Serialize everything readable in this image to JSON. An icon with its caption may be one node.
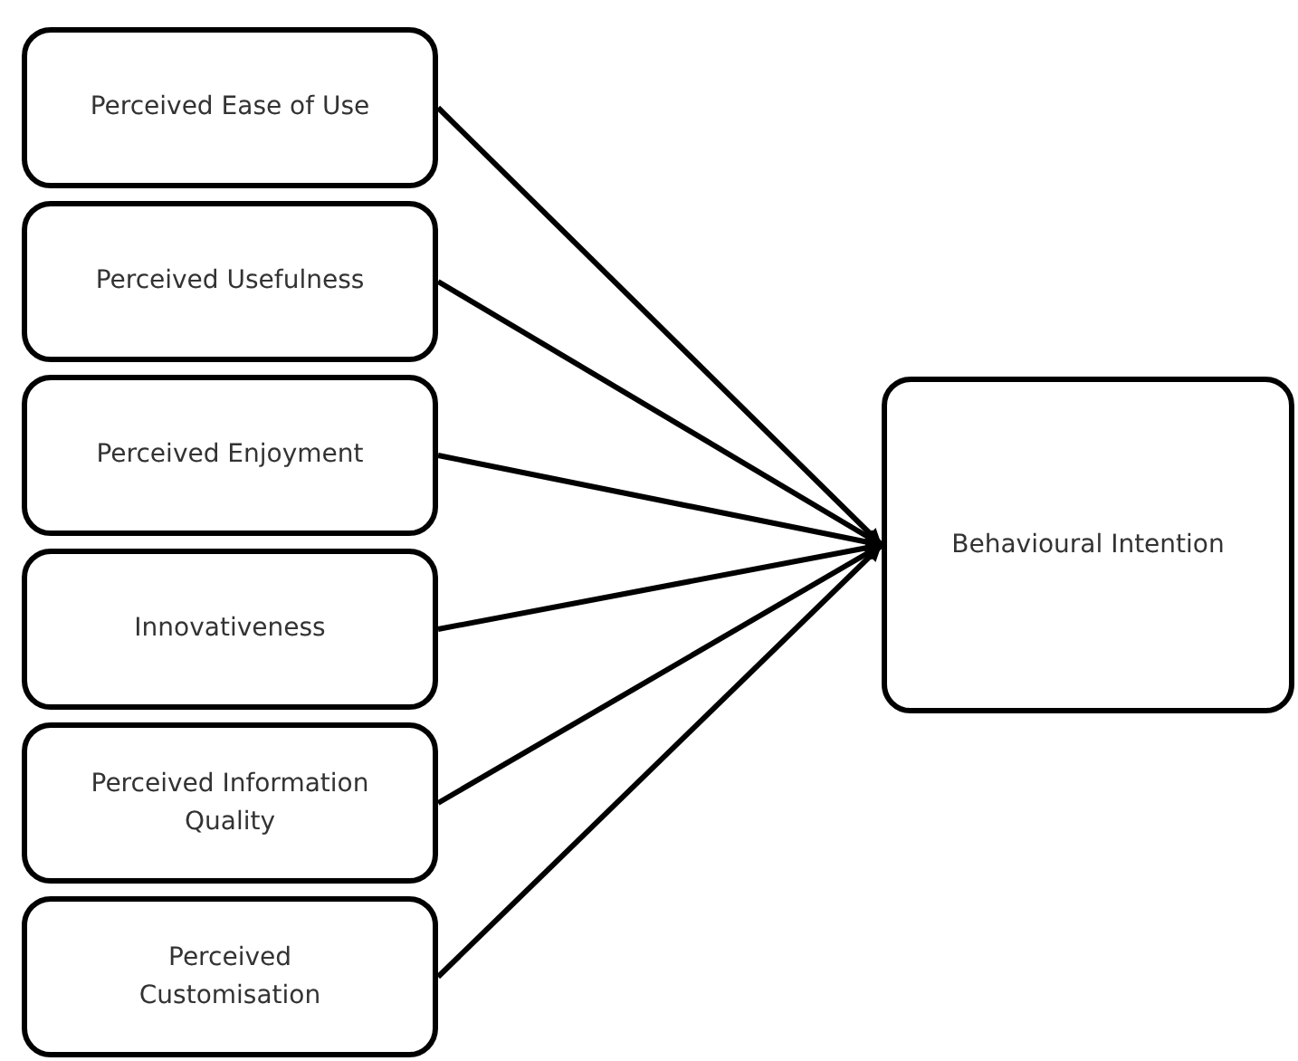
{
  "diagram": {
    "nodes": [
      {
        "text": [
          "Perceived Ease of Use"
        ]
      },
      {
        "text": [
          "Perceived Usefulness"
        ]
      },
      {
        "text": [
          "Perceived Enjoyment"
        ]
      },
      {
        "text": [
          "Innovativeness"
        ]
      },
      {
        "text": [
          "Perceived Information Quality"
        ]
      },
      {
        "text": [
          "Perceived Customisation"
        ]
      },
      {
        "text": [
          "Behavioural Intention"
        ]
      }
    ],
    "edges": [
      {
        "from": 0,
        "to": 6,
        "arrow": "to"
      },
      {
        "from": 1,
        "to": 6,
        "arrow": "to"
      },
      {
        "from": 2,
        "to": 6,
        "arrow": "to"
      },
      {
        "from": 3,
        "to": 6,
        "arrow": "to"
      },
      {
        "from": 4,
        "to": 6,
        "arrow": "to"
      },
      {
        "from": 5,
        "to": 6,
        "arrow": "to"
      }
    ]
  }
}
